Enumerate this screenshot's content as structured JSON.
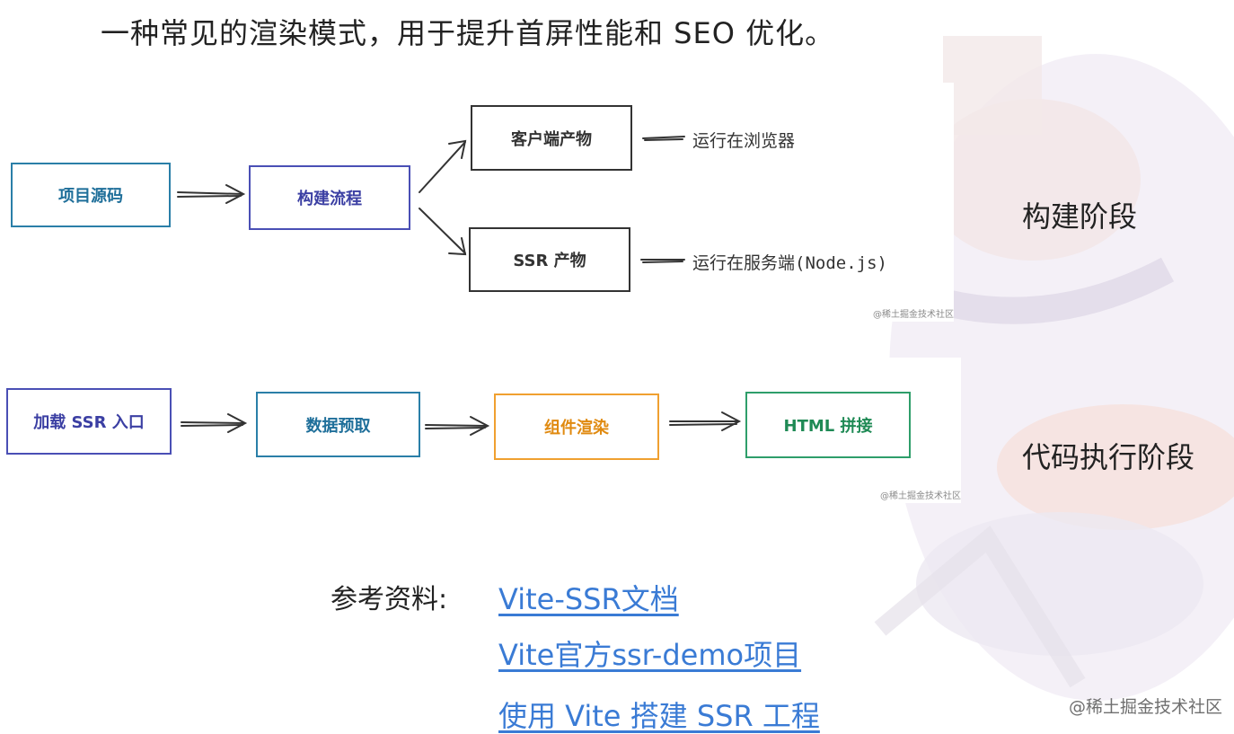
{
  "heading": "一种常见的渲染模式，用于提升首屏性能和 SEO 优化。",
  "build_stage": {
    "label": "构建阶段",
    "nodes": {
      "source": "项目源码",
      "build": "构建流程",
      "client": "客户端产物",
      "ssr": "SSR 产物"
    },
    "notes": {
      "client": "运行在浏览器",
      "ssr": "运行在服务端(Node.js)"
    },
    "credit": "@稀土掘金技术社区"
  },
  "run_stage": {
    "label": "代码执行阶段",
    "nodes": {
      "load": "加载 SSR 入口",
      "fetch": "数据预取",
      "render": "组件渲染",
      "html": "HTML 拼接"
    },
    "credit": "@稀土掘金技术社区"
  },
  "references": {
    "label": "参考资料:",
    "links": [
      "Vite-SSR文档",
      "Vite官方ssr-demo项目",
      "使用 Vite 搭建 SSR 工程"
    ]
  },
  "footer_credit": "@稀土掘金技术社区",
  "colors": {
    "source_border": "#2a7fa8",
    "build_border": "#4a4fb5",
    "load_border": "#4a4fb5",
    "fetch_border": "#2a7fa8",
    "render_border": "#f0a030",
    "html_border": "#2e9e6a",
    "source_text": "#1f6f9a",
    "build_text": "#3b3fa3",
    "load_text": "#3b3fa3",
    "fetch_text": "#1f6f9a",
    "render_text": "#e08a10",
    "html_text": "#1f8a55",
    "link": "#3a7bd5"
  }
}
